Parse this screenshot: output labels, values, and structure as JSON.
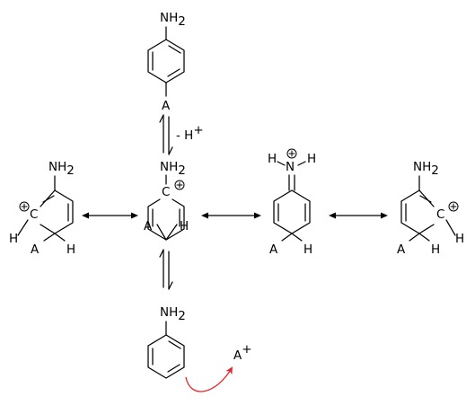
{
  "labels": {
    "nh": "NH",
    "sub2": "2",
    "a": "A",
    "h": "H",
    "c": "C",
    "n": "N",
    "minus_h": "- H",
    "plus": "+"
  },
  "colors": {
    "bonds": "#000000",
    "curly_arrow": "#e8262a"
  },
  "icons": {
    "positive_charge": "circled-plus",
    "resonance_arrow": "double-headed-arrow",
    "equilibrium_arrow": "harpoon-equilibrium",
    "electron_flow": "curved-arrow"
  }
}
